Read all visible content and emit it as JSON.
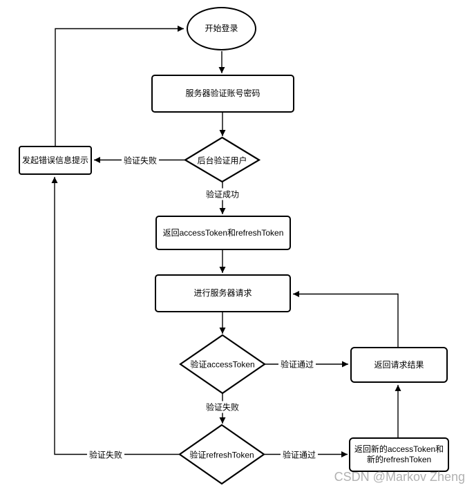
{
  "colors": {
    "stroke": "#000000",
    "node_fill": "#ffffff",
    "text": "#000000",
    "watermark": "#b1b1b1"
  },
  "nodes": {
    "start": {
      "shape": "ellipse",
      "label": "开始登录"
    },
    "verify_account": {
      "shape": "rect",
      "label": "服务器验证账号密码"
    },
    "backend_verify_user": {
      "shape": "diamond",
      "label": "后台验证用户"
    },
    "error_prompt": {
      "shape": "rect",
      "label": "发起错误信息提示"
    },
    "return_tokens": {
      "shape": "rect",
      "label": "返回accessToken和refreshToken"
    },
    "server_request": {
      "shape": "rect",
      "label": "进行服务器请求"
    },
    "verify_access_token": {
      "shape": "diamond",
      "label": "验证accessToken"
    },
    "return_result": {
      "shape": "rect",
      "label": "返回请求结果"
    },
    "verify_refresh_token": {
      "shape": "diamond",
      "label": "验证refreshToken"
    },
    "return_new_tokens": {
      "shape": "rect",
      "label": "返回新的accessToken和新的refreshToken",
      "label_lines": [
        "返回新的accessToken和",
        "新的refreshToken"
      ]
    }
  },
  "edge_labels": {
    "backend_fail": "验证失败",
    "backend_success": "验证成功",
    "access_pass": "验证通过",
    "access_fail": "验证失败",
    "refresh_pass": "验证通过",
    "refresh_fail": "验证失败"
  },
  "watermark": "CSDN @Markov Zheng"
}
